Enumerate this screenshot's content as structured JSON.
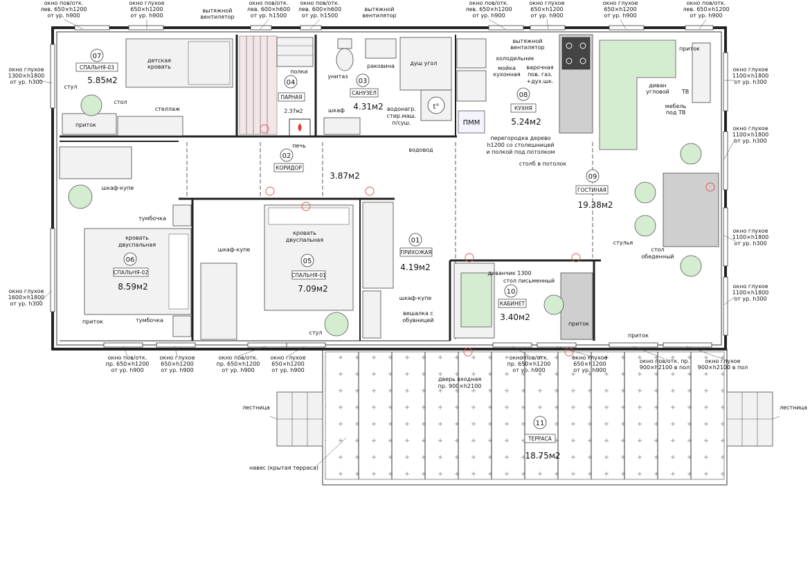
{
  "rooms": [
    {
      "no": "01",
      "name": "ПРИХОЖАЯ",
      "area": "4.19м2"
    },
    {
      "no": "02",
      "name": "КОРИДОР",
      "area": "3.87м2"
    },
    {
      "no": "03",
      "name": "САНУЗЕЛ",
      "area": "4.31м2"
    },
    {
      "no": "04",
      "name": "ПАРНАЯ",
      "area": "2.37м2"
    },
    {
      "no": "05",
      "name": "СПАЛЬНЯ-01",
      "area": "7.09м2"
    },
    {
      "no": "06",
      "name": "СПАЛЬНЯ-02",
      "area": "8.59м2"
    },
    {
      "no": "07",
      "name": "СПАЛЬНЯ-03",
      "area": "5.85м2"
    },
    {
      "no": "08",
      "name": "КУХНЯ",
      "area": "5.24м2"
    },
    {
      "no": "09",
      "name": "ГОСТИНАЯ",
      "area": "19.38м2"
    },
    {
      "no": "10",
      "name": "КАБИНЕТ",
      "area": "3.40м2"
    },
    {
      "no": "11",
      "name": "ТЕРРАСА",
      "area": "18.75м2"
    }
  ],
  "windows": {
    "top_1": [
      "окно пов/отк.",
      "лев. 650×h1200",
      "от ур. h900"
    ],
    "top_2": [
      "окно глухое",
      "650×h1200",
      "от ур. h900"
    ],
    "top_3": [
      "окно пов/отк.",
      "лев. 600×h600",
      "от ур. h1500"
    ],
    "top_4": [
      "окно пов/отк.",
      "лев. 600×h600",
      "от ур. h1500"
    ],
    "top_5": [
      "окно пов/отк.",
      "лев. 650×h1200",
      "от ур. h900"
    ],
    "top_6": [
      "окно глухое",
      "650×h1200",
      "от ур. h900"
    ],
    "top_7": [
      "окно глухое",
      "650×h1200",
      "от ур. h900"
    ],
    "top_8": [
      "окно пов/отк.",
      "лев. 650×h1200",
      "от ур. h900"
    ],
    "left_1": [
      "окно глухое",
      "1300×h1800",
      "от ур. h300"
    ],
    "left_2": [
      "окно глухое",
      "1600×h1800",
      "от ур. h300"
    ],
    "right_1": [
      "окно глухое",
      "1100×h1800",
      "от ур. h300"
    ],
    "right_2": [
      "окно глухое",
      "1100×h1800",
      "от ур. h300"
    ],
    "right_3": [
      "окно глухое",
      "1100×h1800",
      "от ур. h300"
    ],
    "right_4": [
      "окно глухое",
      "1100×h1800",
      "от ур. h300"
    ],
    "bot_1": [
      "окно пов/отк.",
      "пр. 650×h1200",
      "от ур. h900"
    ],
    "bot_2": [
      "окно глухое",
      "650×h1200",
      "от ур. h900"
    ],
    "bot_3": [
      "окно пов/отк.",
      "пр. 650×h1200",
      "от ур. h900"
    ],
    "bot_4": [
      "окно глухое",
      "650×h1200",
      "от ур. h900"
    ],
    "bot_5": [
      "окно пов/отк.",
      "пр. 650×h1200",
      "от ур. h900"
    ],
    "bot_6": [
      "окно глухое",
      "650×h1200",
      "от ур. h900"
    ],
    "bot_7": [
      "окно пов/отк. пр.",
      "900×h2100 в пол"
    ],
    "bot_8": [
      "окно глухое",
      "900×h2100 в пол"
    ]
  },
  "labels": {
    "vent_1": [
      "вытяжной",
      "вентилятор"
    ],
    "vent_2": [
      "вытяжной",
      "вентилятор"
    ],
    "vent_3": [
      "вытяжной",
      "вентилятор"
    ],
    "child_bed": [
      "детская",
      "кровать"
    ],
    "stul": "стул",
    "stol": "стол",
    "stellazh": "стеллаж",
    "pritok": "приток",
    "polki": "полки",
    "pech": "печь",
    "unitaz": "унитаз",
    "rakovina": "раковина",
    "dush": "душ угол",
    "shkaf": "шкаф",
    "boiler": [
      "водонагр.",
      "стир.маш.",
      "п/суш."
    ],
    "vodovod": "водовод",
    "pmm": "ПММ",
    "fridge": "холодильник",
    "sink_k": [
      "мойка",
      "кухонная"
    ],
    "stove": [
      "варочная",
      "пов. газ.",
      "+дух.шк."
    ],
    "divan": [
      "диван",
      "угловой"
    ],
    "tv": "ТВ",
    "mebel_tv": [
      "мебель",
      "под ТВ"
    ],
    "peregorodka": [
      "перегородка дерево",
      "h1200 со столешницей",
      "и полкой под потолком"
    ],
    "stolb": "столб в потолок",
    "wardrobe": "шкаф-купе",
    "tumbochka": "тумбочка",
    "bed_double": [
      "кровать",
      "двуспальная"
    ],
    "stulya": "стулья",
    "stol_obed": [
      "стол",
      "обеденный"
    ],
    "divanchik": "диванчик 1300",
    "stol_pism": "стол письменный",
    "veshalka": [
      "вешалка с",
      "обувницей"
    ],
    "door": [
      "дверь входная",
      "пр. 900×h2100"
    ],
    "stairs": "лестница",
    "naves": "навес (крытая терраса)",
    "t_sign": "t°"
  }
}
